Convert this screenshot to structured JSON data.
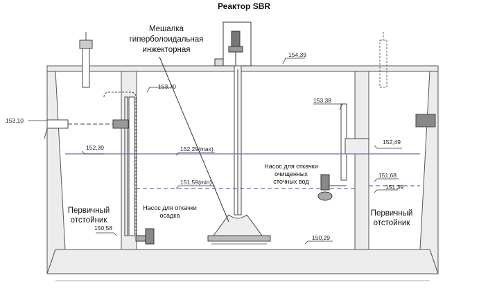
{
  "title": "Реактор SBR",
  "mixer_label": [
    "Мешалка",
    "гиперболоидальная",
    "инжекторная"
  ],
  "pump_clean_label": [
    "Насос для откачки",
    "очищенных",
    "сточных вод"
  ],
  "pump_sludge_label": [
    "Насос для откачки",
    "осадка"
  ],
  "left_tank_label": [
    "Первичный",
    "отстойник"
  ],
  "right_tank_label": [
    "Первичный",
    "отстойник"
  ],
  "elevations": {
    "top_slab": "154,39",
    "left_pipe_top": "153,70",
    "right_pipe_top": "153,38",
    "inlet": "153,10",
    "right_level": "152,49",
    "left_level": "152,39",
    "max_level": "152,29(max)",
    "right_mid": "151,68",
    "min_level": "151,59(min)",
    "right_low": "151,39",
    "left_bottom": "150,58",
    "center_bottom": "150,29"
  }
}
